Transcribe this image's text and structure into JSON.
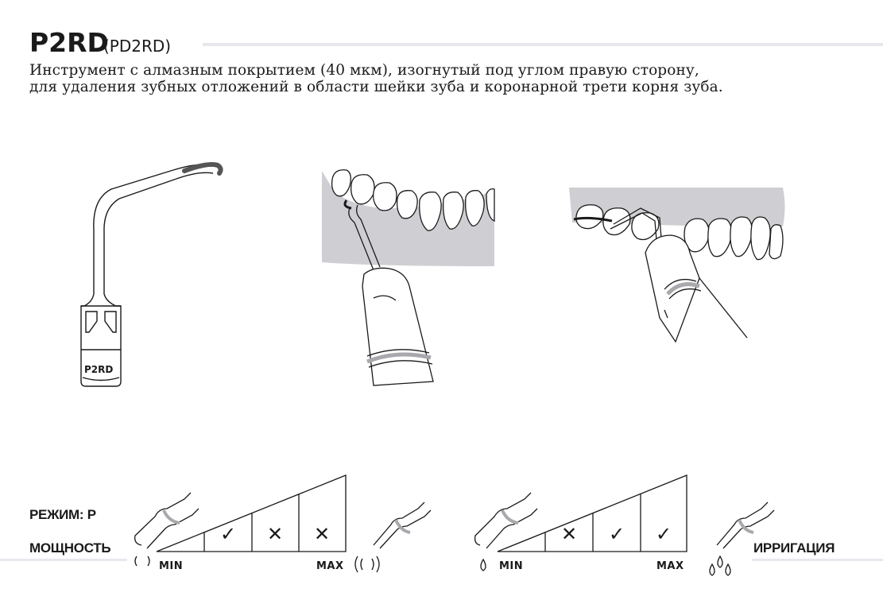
{
  "title": {
    "main": "P2RD",
    "sub": "(PD2RD)"
  },
  "description": {
    "line1": "Инструмент с алмазным покрытием (40 мкм), изогнутый под углом правую сторону,",
    "line2": "для удаления зубных отложений в области шейки зуба и коронарной трети корня зуба."
  },
  "tip_label": "P2RD",
  "mode": {
    "mode_label": "РЕЖИМ: P",
    "power_label": "МОЩНОСТЬ",
    "min_label": "MIN",
    "max_label": "MAX",
    "cells": [
      "✓",
      "✕",
      "✕"
    ]
  },
  "irrigation": {
    "label": "ИРРИГАЦИЯ",
    "min_label": "MIN",
    "max_label": "MAX",
    "cells": [
      "✕",
      "✓",
      "✓"
    ]
  },
  "colors": {
    "text": "#1a1a1a",
    "rule": "#e7e7ee",
    "gum": "#cfcfd3",
    "coating": "#555555",
    "handpiece_band": "#a8a8ad"
  }
}
